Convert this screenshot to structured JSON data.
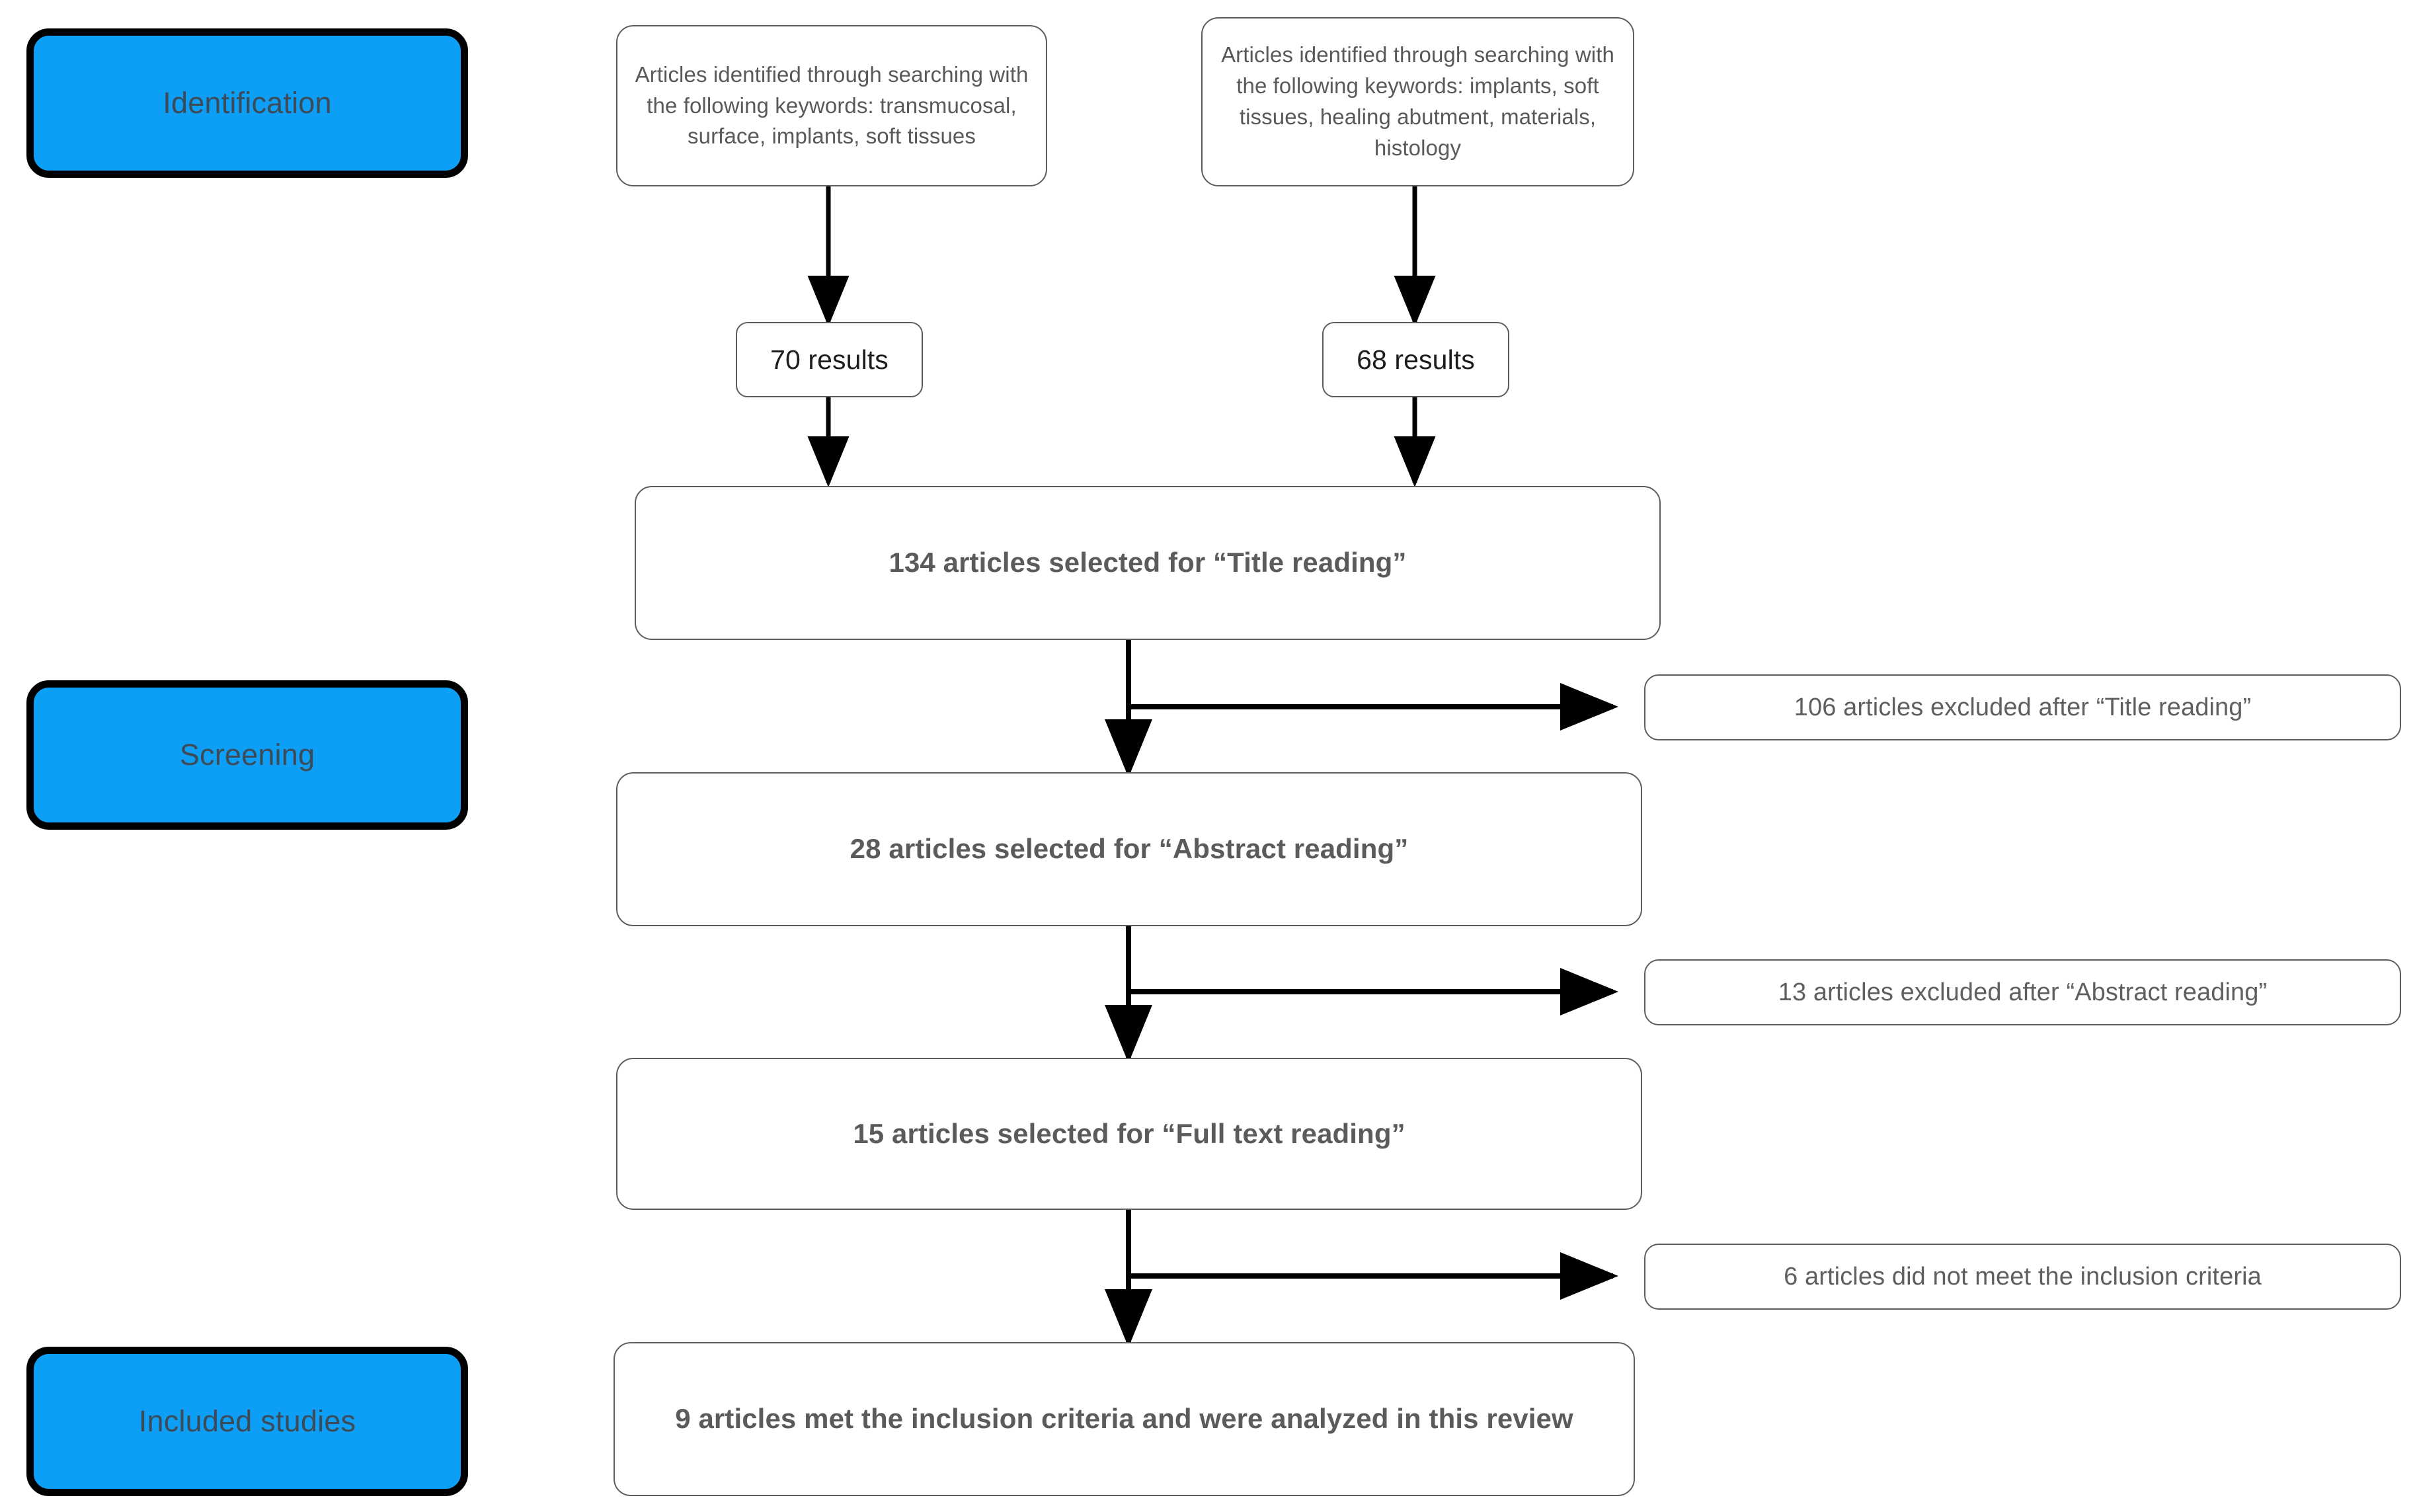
{
  "diagram": {
    "title": "PRISMA article selection flow diagram",
    "accent_blue": "#0d9ef5",
    "box_border": "#5d5d5d",
    "text_gray": "#595959"
  },
  "stages": [
    {
      "id": "identification",
      "label": "Identification"
    },
    {
      "id": "screening",
      "label": "Screening"
    },
    {
      "id": "included",
      "label": "Included studies"
    }
  ],
  "sources": [
    {
      "id": "source-left",
      "text": "Articles identified through searching with the following keywords: transmucosal, surface, implants, soft tissues",
      "result_label": "70 results",
      "result_count": 70
    },
    {
      "id": "source-right",
      "text": "Articles identified through searching with the following keywords: implants, soft tissues, healing abutment, materials, histology",
      "result_label": "68 results",
      "result_count": 68
    }
  ],
  "steps": [
    {
      "id": "title-reading",
      "label": "134 articles selected for “Title reading”",
      "count": 134
    },
    {
      "id": "abstract-reading",
      "label": "28 articles selected for “Abstract reading”",
      "count": 28
    },
    {
      "id": "full-text-reading",
      "label": "15 articles selected for “Full text reading”",
      "count": 15
    },
    {
      "id": "included-final",
      "label": "9 articles met the inclusion criteria and were analyzed in this review",
      "count": 9
    }
  ],
  "exclusions": [
    {
      "id": "excluded-title",
      "label": "106 articles excluded after “Title reading”",
      "count": 106
    },
    {
      "id": "excluded-abstract",
      "label": "13 articles excluded after “Abstract reading”",
      "count": 13
    },
    {
      "id": "excluded-criteria",
      "label": "6 articles did not meet the inclusion criteria",
      "count": 6
    }
  ],
  "chart_data": {
    "type": "flowchart",
    "title": "PRISMA article selection flow diagram",
    "nodes": [
      {
        "id": "source-left",
        "stage": "Identification",
        "text": "Articles identified through searching with the following keywords: transmucosal, surface, implants, soft tissues"
      },
      {
        "id": "source-right",
        "stage": "Identification",
        "text": "Articles identified through searching with the following keywords: implants, soft tissues, healing abutment, materials, histology"
      },
      {
        "id": "results-left",
        "stage": "Identification",
        "text": "70 results",
        "value": 70
      },
      {
        "id": "results-right",
        "stage": "Identification",
        "text": "68 results",
        "value": 68
      },
      {
        "id": "title-reading",
        "stage": "Screening",
        "text": "134 articles selected for “Title reading”",
        "value": 134
      },
      {
        "id": "excluded-title",
        "stage": "Screening",
        "text": "106 articles excluded after “Title reading”",
        "value": 106
      },
      {
        "id": "abstract-reading",
        "stage": "Screening",
        "text": "28 articles selected for “Abstract reading”",
        "value": 28
      },
      {
        "id": "excluded-abstract",
        "stage": "Screening",
        "text": "13 articles excluded after “Abstract reading”",
        "value": 13
      },
      {
        "id": "full-text-reading",
        "stage": "Screening",
        "text": "15 articles selected for “Full text reading”",
        "value": 15
      },
      {
        "id": "excluded-criteria",
        "stage": "Screening",
        "text": "6 articles did not meet the inclusion criteria",
        "value": 6
      },
      {
        "id": "included-final",
        "stage": "Included studies",
        "text": "9 articles met the inclusion criteria and were analyzed in this review",
        "value": 9
      }
    ],
    "edges": [
      {
        "from": "source-left",
        "to": "results-left"
      },
      {
        "from": "source-right",
        "to": "results-right"
      },
      {
        "from": "results-left",
        "to": "title-reading"
      },
      {
        "from": "results-right",
        "to": "title-reading"
      },
      {
        "from": "title-reading",
        "to": "excluded-title"
      },
      {
        "from": "title-reading",
        "to": "abstract-reading"
      },
      {
        "from": "abstract-reading",
        "to": "excluded-abstract"
      },
      {
        "from": "abstract-reading",
        "to": "full-text-reading"
      },
      {
        "from": "full-text-reading",
        "to": "excluded-criteria"
      },
      {
        "from": "full-text-reading",
        "to": "included-final"
      }
    ]
  }
}
